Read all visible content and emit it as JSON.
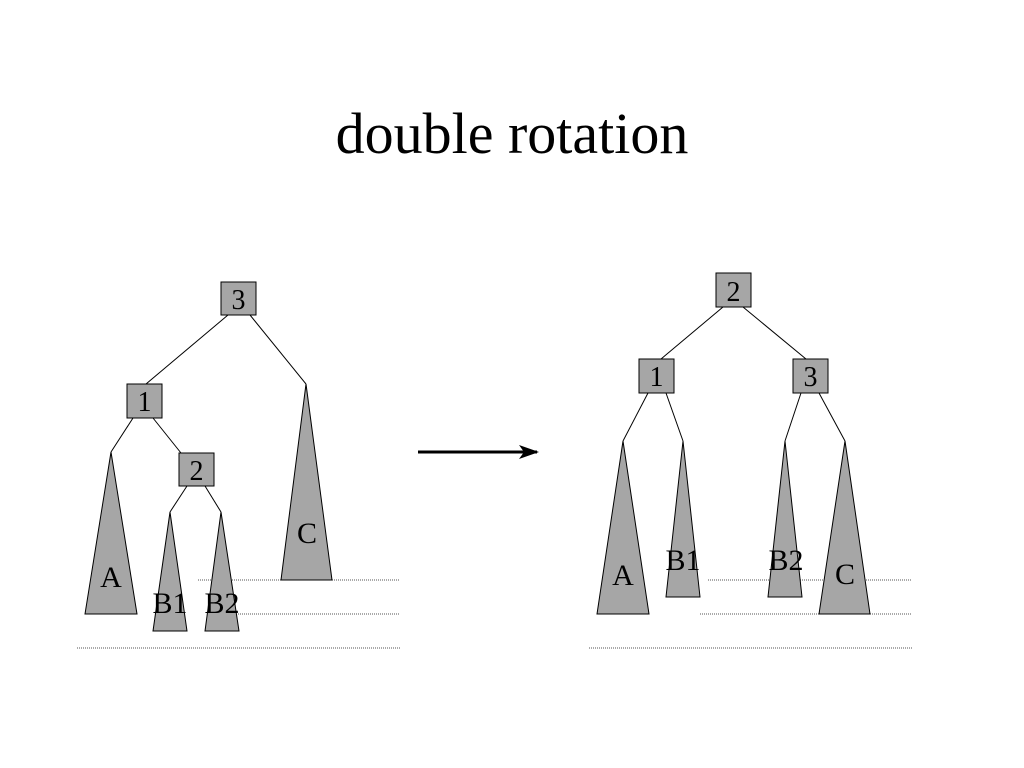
{
  "title": "double rotation",
  "colors": {
    "fill": "#a6a6a6",
    "stroke": "#000000",
    "guide": "#555555"
  },
  "before": {
    "nodes": [
      "3",
      "1",
      "2"
    ],
    "subtrees": [
      "A",
      "B1",
      "B2",
      "C"
    ]
  },
  "after": {
    "nodes": [
      "2",
      "1",
      "3"
    ],
    "subtrees": [
      "A",
      "B1",
      "B2",
      "C"
    ]
  }
}
